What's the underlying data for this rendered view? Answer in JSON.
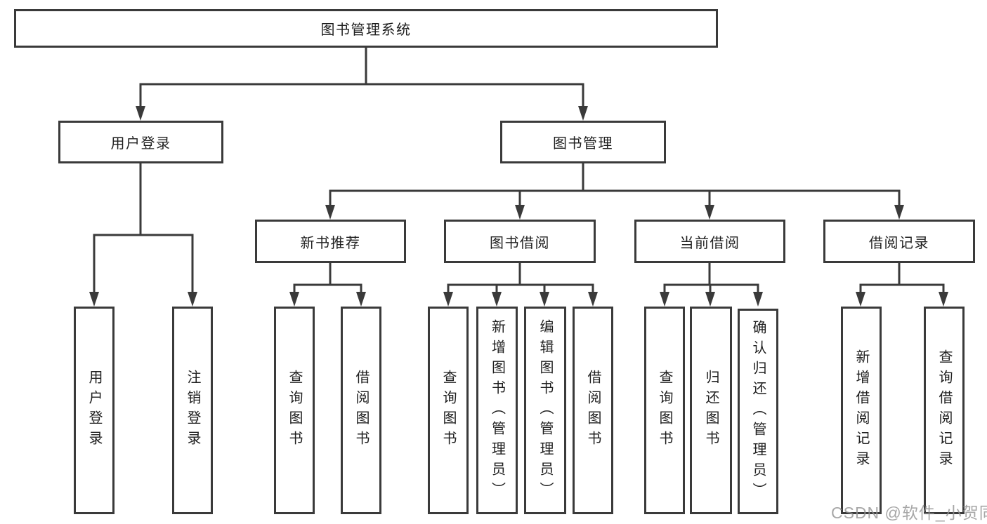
{
  "diagram": {
    "root": "图书管理系统",
    "level2": [
      "用户登录",
      "图书管理"
    ],
    "level3": [
      "新书推荐",
      "图书借阅",
      "当前借阅",
      "借阅记录"
    ],
    "leaves": {
      "user_login": [
        "用户登录",
        "注销登录"
      ],
      "new_book_recommend": [
        "查询图书",
        "借阅图书"
      ],
      "book_borrow": [
        "查询图书",
        "新增图书（管理员）",
        "编辑图书（管理员）",
        "借阅图书"
      ],
      "current_borrow": [
        "查询图书",
        "归还图书",
        "确认归还（管理员）"
      ],
      "borrow_record": [
        "新增借阅记录",
        "查询借阅记录"
      ]
    }
  },
  "watermark": "CSDN @软件_小贺同学",
  "colors": {
    "border": "#3a3a3a",
    "connector": "#3a3a3a",
    "text": "#1f1f1f",
    "watermark": "#949494",
    "background": "#ffffff"
  }
}
